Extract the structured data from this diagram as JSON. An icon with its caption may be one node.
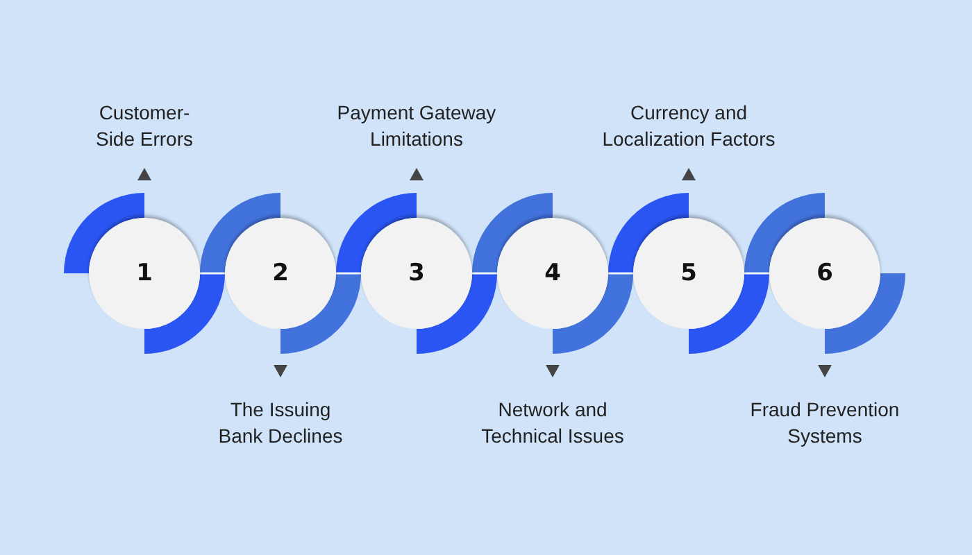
{
  "diagram": {
    "nodes": [
      {
        "text": [
          "1"
        ],
        "beside": [
          "Customer- Side Errors"
        ]
      },
      {
        "text": [
          "2"
        ],
        "beside": [
          "The Issuing Bank Declines"
        ]
      },
      {
        "text": [
          "3"
        ],
        "beside": [
          "Payment Gateway Limitations"
        ]
      },
      {
        "text": [
          "4"
        ],
        "beside": [
          "Network and Technical Issues"
        ]
      },
      {
        "text": [
          "5"
        ],
        "beside": [
          "Currency and Localization Factors"
        ]
      },
      {
        "text": [
          "6"
        ],
        "beside": [
          "Fraud Prevention Systems"
        ]
      }
    ],
    "edges": [
      {
        "from": 0,
        "to": 1,
        "arrow": "none",
        "color": "#eaf2fc"
      },
      {
        "from": 1,
        "to": 2,
        "arrow": "none",
        "color": "#eaf2fc"
      },
      {
        "from": 2,
        "to": 3,
        "arrow": "none",
        "color": "#eaf2fc"
      },
      {
        "from": 3,
        "to": 4,
        "arrow": "none",
        "color": "#eaf2fc"
      },
      {
        "from": 4,
        "to": 5,
        "arrow": "none",
        "color": "#eaf2fc"
      }
    ]
  }
}
